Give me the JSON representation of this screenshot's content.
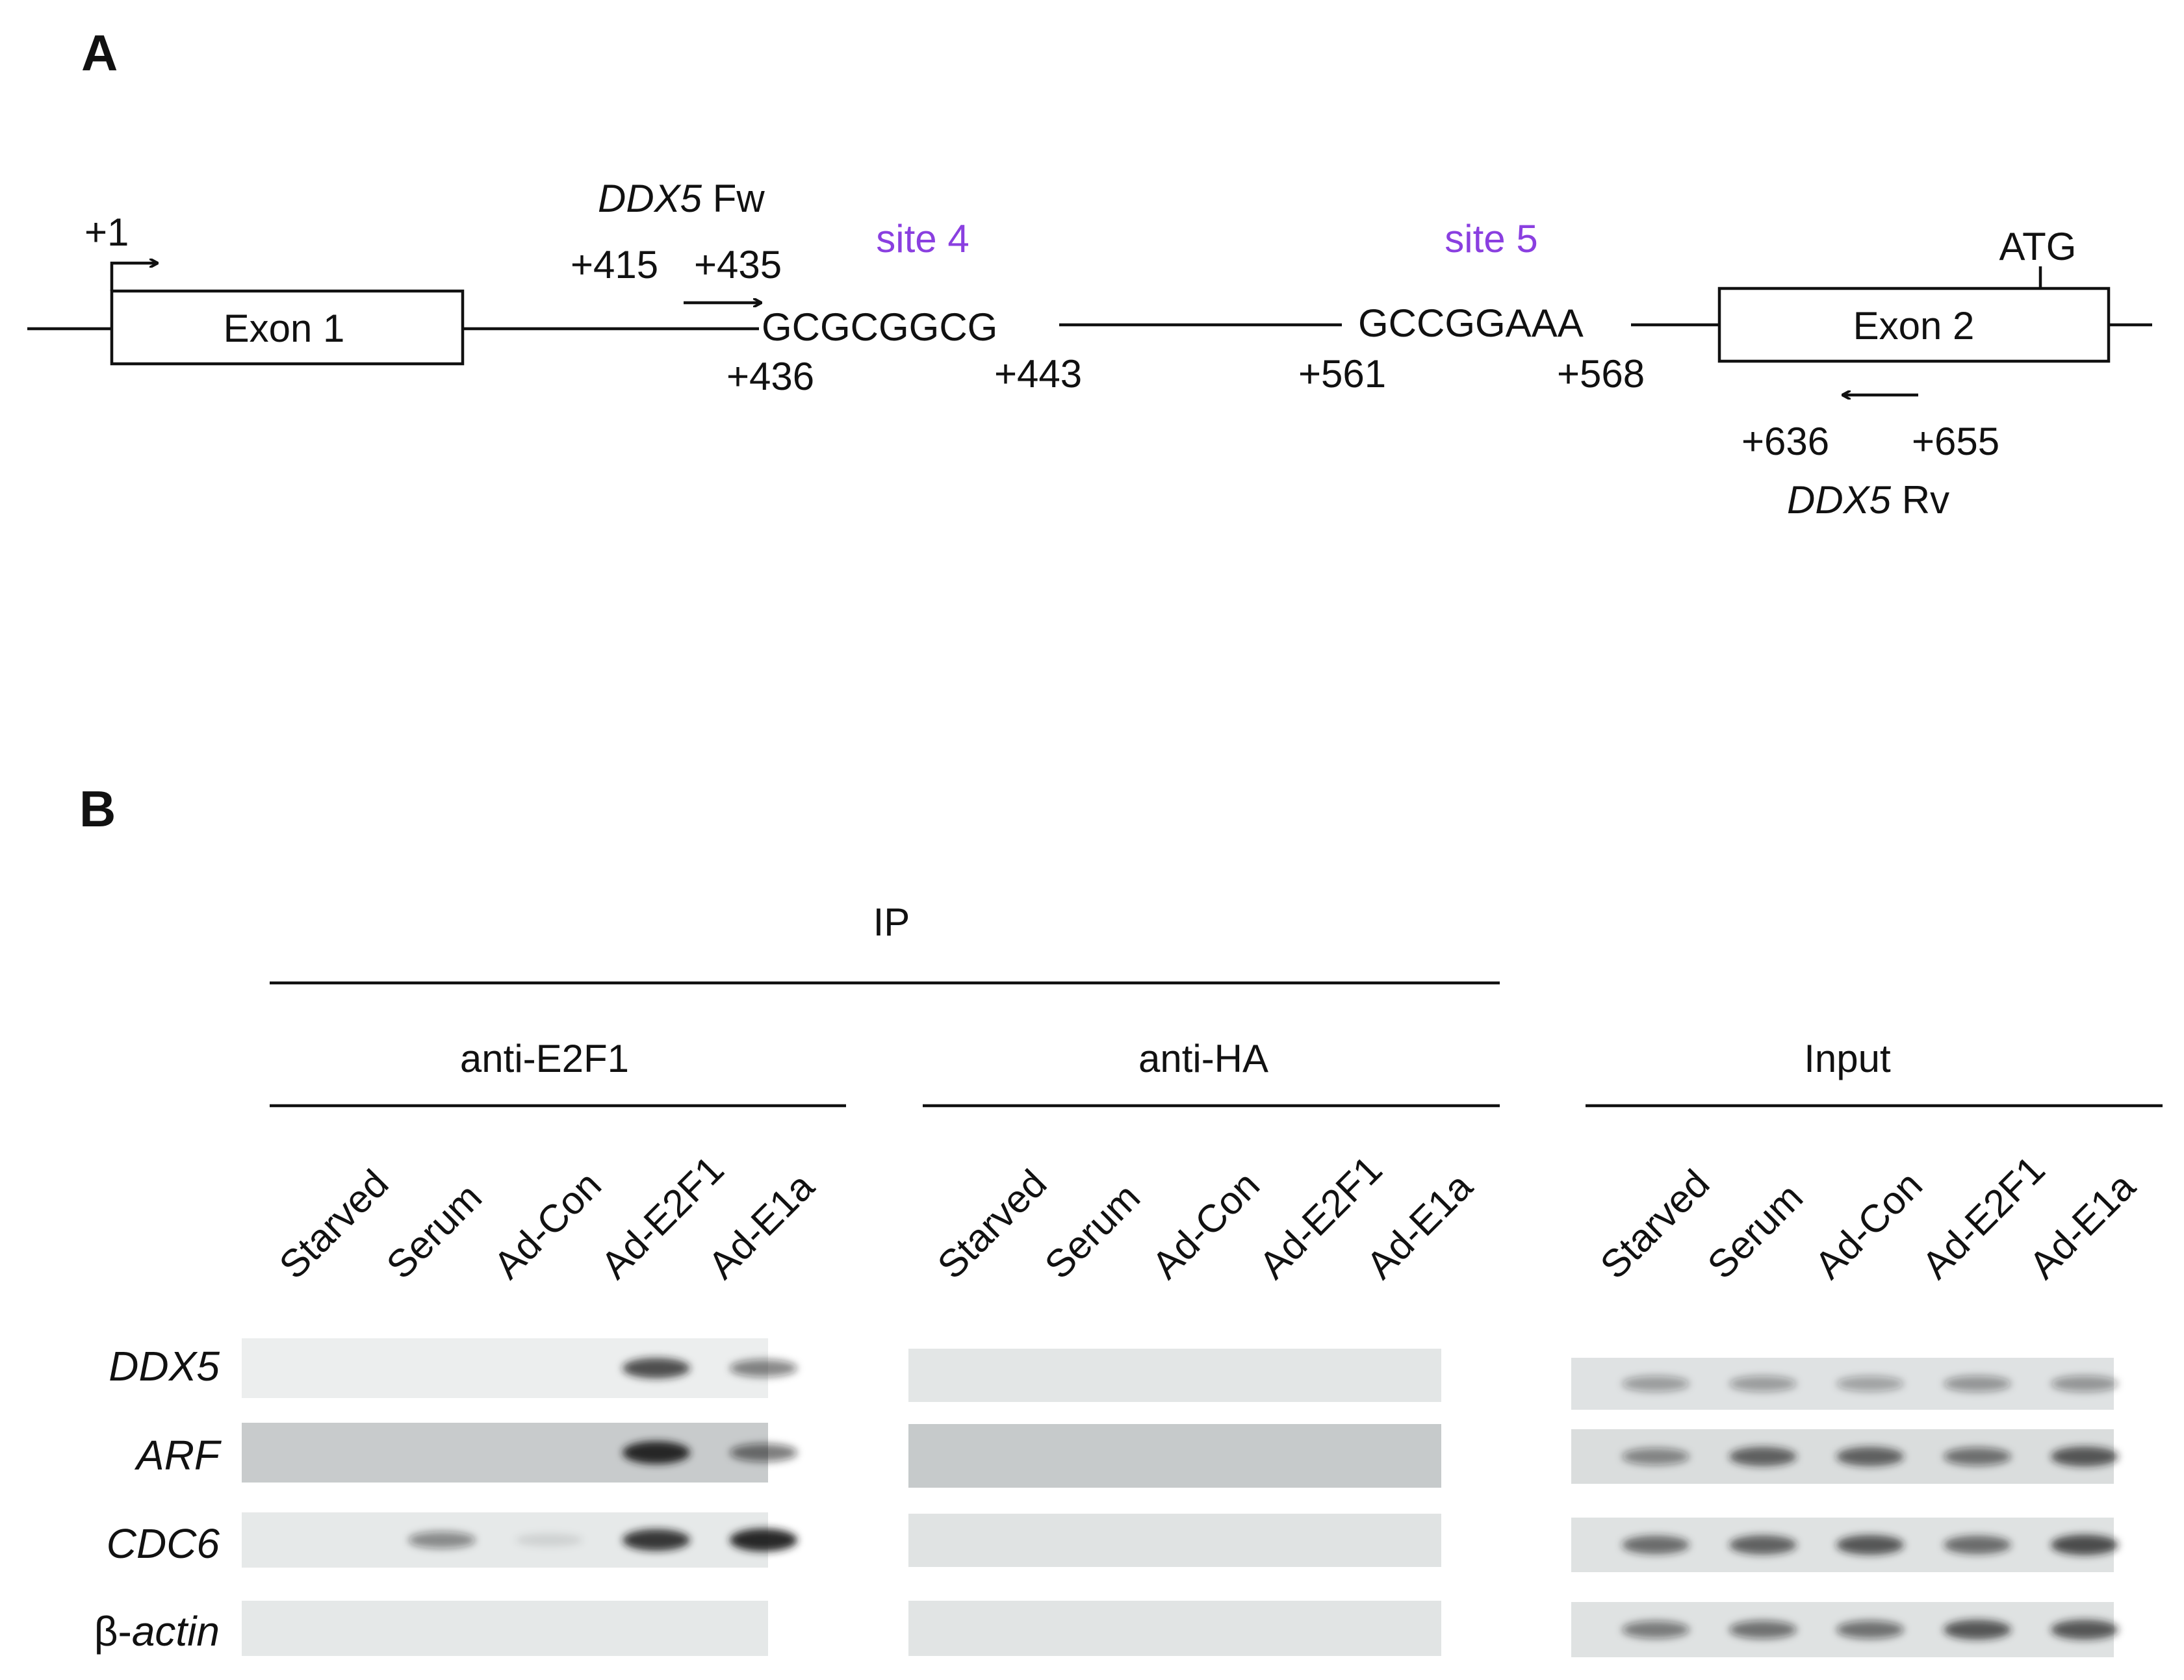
{
  "panel_a": {
    "letter": "A",
    "tss_label": "+1",
    "exon1_label": "Exon 1",
    "exon2_label": "Exon 2",
    "atg_label": "ATG",
    "fw_primer": {
      "gene": "DDX5",
      "suffix": " Fw",
      "start": "+415",
      "end": "+435"
    },
    "rv_primer": {
      "gene": "DDX5",
      "suffix": " Rv",
      "start": "+636",
      "end": "+655"
    },
    "site4": {
      "name": "site 4",
      "sequence": "GCGCGGCG",
      "start": "+436",
      "end": "+443"
    },
    "site5": {
      "name": "site 5",
      "sequence": "GCCGGAAA",
      "start": "+561",
      "end": "+568"
    },
    "colors": {
      "site_label": "#8a3fe0",
      "line": "#111111"
    }
  },
  "panel_b": {
    "letter": "B",
    "ip_label": "IP",
    "groups": [
      {
        "label": "anti-E2F1",
        "lanes": [
          "Starved",
          "Serum",
          "Ad-Con",
          "Ad-E2F1",
          "Ad-E1a"
        ]
      },
      {
        "label": "anti-HA",
        "lanes": [
          "Starved",
          "Serum",
          "Ad-Con",
          "Ad-E2F1",
          "Ad-E1a"
        ]
      },
      {
        "label": "Input",
        "lanes": [
          "Starved",
          "Serum",
          "Ad-Con",
          "Ad-E2F1",
          "Ad-E1a"
        ]
      }
    ],
    "rows": [
      {
        "prefix": "",
        "label": "DDX5"
      },
      {
        "prefix": "",
        "label": "ARF"
      },
      {
        "prefix": "",
        "label": "CDC6"
      },
      {
        "prefix": "β-",
        "label": "actin"
      }
    ],
    "band_intensity": {
      "anti-E2F1": [
        [
          0,
          0,
          0,
          0.75,
          0.5
        ],
        [
          0,
          0,
          0,
          0.95,
          0.55
        ],
        [
          0,
          0.45,
          0.1,
          0.85,
          0.95
        ],
        [
          0,
          0,
          0,
          0,
          0
        ]
      ],
      "anti-HA": [
        [
          0,
          0,
          0,
          0,
          0
        ],
        [
          0,
          0,
          0,
          0,
          0
        ],
        [
          0,
          0,
          0,
          0,
          0
        ],
        [
          0,
          0,
          0,
          0,
          0
        ]
      ],
      "Input": [
        [
          0.35,
          0.35,
          0.32,
          0.38,
          0.38
        ],
        [
          0.45,
          0.65,
          0.65,
          0.55,
          0.7
        ],
        [
          0.6,
          0.65,
          0.7,
          0.6,
          0.75
        ],
        [
          0.5,
          0.55,
          0.55,
          0.7,
          0.7
        ]
      ]
    },
    "strip_backgrounds": {
      "anti-E2F1": [
        "#eceeee",
        "#c8cbcc",
        "#e6e9e9",
        "#e5e8e8"
      ],
      "anti-HA": [
        "#e3e6e6",
        "#c6cacb",
        "#e0e3e3",
        "#e1e4e4"
      ],
      "Input": [
        "#dfe2e3",
        "#dadddd",
        "#dfe2e2",
        "#dfe2e2"
      ]
    }
  }
}
